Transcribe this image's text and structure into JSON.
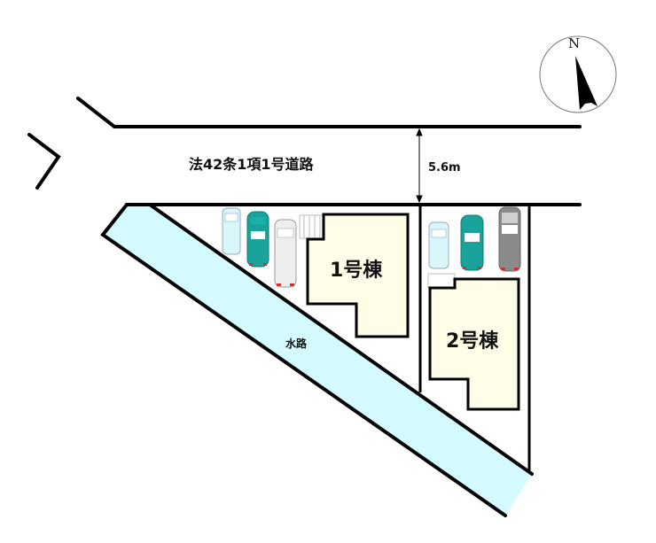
{
  "compass": {
    "label": "N",
    "icon": "north-arrow-icon"
  },
  "road": {
    "label": "法42条1項1号道路",
    "width_label": "5.6m"
  },
  "waterway": {
    "label": "水路",
    "fill": "#d4fbff"
  },
  "buildings": [
    {
      "label": "1号棟",
      "fill": "#fffde8"
    },
    {
      "label": "2号棟",
      "fill": "#fffde8"
    }
  ],
  "parking": {
    "lot1": [
      {
        "color": "#d9f6fb",
        "type": "van"
      },
      {
        "color": "#1aa39a",
        "type": "compact"
      },
      {
        "color": "#eeeeee",
        "type": "minivan"
      }
    ],
    "lot2": [
      {
        "color": "#d9f6fb",
        "type": "van"
      },
      {
        "color": "#1aa39a",
        "type": "compact"
      },
      {
        "color": "#888888",
        "type": "minivan"
      }
    ]
  }
}
